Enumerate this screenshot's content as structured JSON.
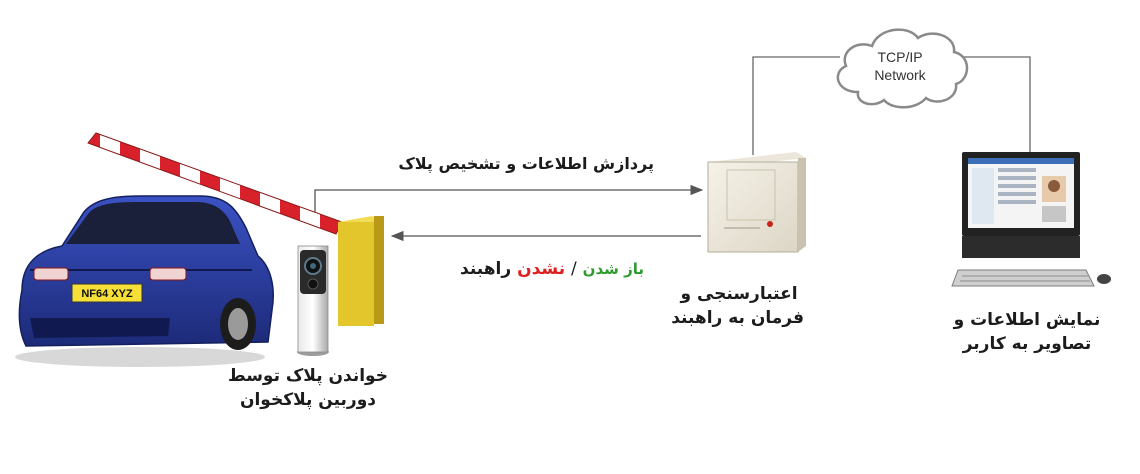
{
  "network": {
    "line1": "TCP/IP",
    "line2": "Network"
  },
  "arrows": {
    "processing": "پردازش اطلاعات و تشخیص پلاک",
    "open": "باز شدن",
    "separator": "/",
    "close": "نشدن",
    "barrier": "راهبند"
  },
  "nodes": {
    "camera_line1": "خواندن پلاک توسط",
    "camera_line2": "دوربین پلاکخوان",
    "controller_line1": "اعتبارسنجی و",
    "controller_line2": "فرمان به راهبند",
    "computer_line1": "نمایش اطلاعات و",
    "computer_line2": "تصاویر به کاربر"
  },
  "car": {
    "plate": "NF64 XYZ"
  },
  "colors": {
    "open": "#2e9b2e",
    "close": "#e02020",
    "car_body": "#2c3f9e",
    "barrier_red": "#d8212b",
    "barrier_post": "#e3c52c",
    "line": "#555555"
  }
}
